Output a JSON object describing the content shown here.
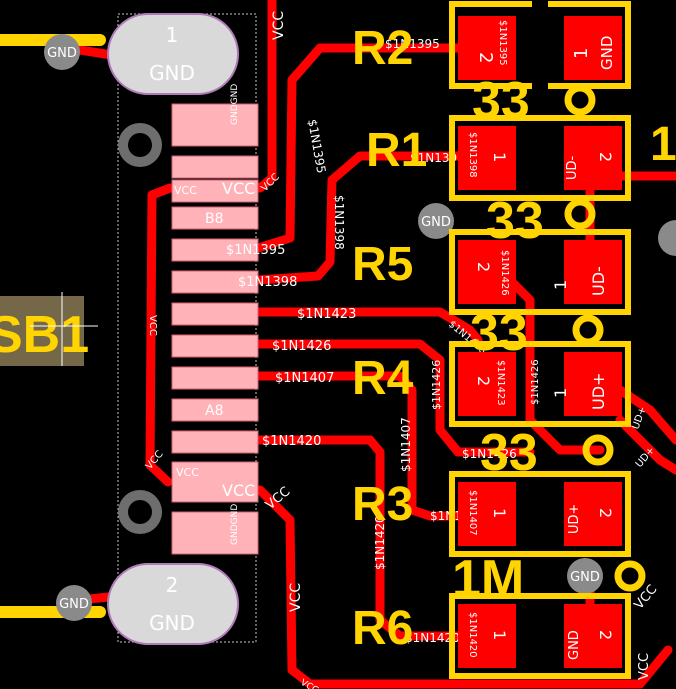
{
  "colors": {
    "background": "#000000",
    "copper": "#FF0000",
    "silkscreen": "#FFD400",
    "pad_pink": "#FFB3B8",
    "pad_light": "#D9D9D9",
    "via_gray": "#A0A0A0",
    "thin_outline": "#C8C8C8"
  },
  "designators": {
    "r2": "R2",
    "r1": "R1",
    "r5": "R5",
    "r4": "R4",
    "r3": "R3",
    "r6": "R6",
    "usb": "SB1",
    "r1_right_partial": "1"
  },
  "values": {
    "v1": "33",
    "v2": "33",
    "v3": "33",
    "v4": "33",
    "v5": "1M"
  },
  "nets": {
    "gnd": "GND",
    "vcc": "VCC",
    "b8": "B8",
    "a8": "A8",
    "n1395": "$1N1395",
    "n1398": "$1N1398",
    "n1423": "$1N1423",
    "n1426": "$1N1426",
    "n1407": "$1N1407",
    "n1420": "$1N1420",
    "udm": "UD-",
    "udp": "UD+",
    "udp_short": "UD+",
    "gndgnd": "GNDGND",
    "vccvcc": "VCCVCC"
  },
  "pads": {
    "one": "1",
    "two": "2"
  },
  "shield_pads": {
    "top": {
      "number": "1",
      "net": "GND"
    },
    "bottom": {
      "number": "2",
      "net": "GND"
    }
  }
}
